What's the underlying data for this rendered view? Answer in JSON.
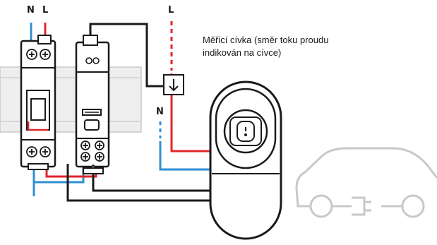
{
  "labels": {
    "n_top": "N",
    "l_top": "L",
    "l_right": "L",
    "n_right": "N"
  },
  "annotation": {
    "line1": "Měřicí cívka (směr toku proudu",
    "line2": "indikován na cívce)"
  },
  "colors": {
    "neutral": "#2f8fd1",
    "live": "#e0262b",
    "control": "#1a1a1a",
    "rail": "#d9d9d9",
    "car_outline": "#c8c8c8"
  },
  "icons": {
    "coil_arrow": "down-arrow-icon",
    "charger_socket": "charging-socket-icon",
    "car": "car-outline-icon"
  }
}
